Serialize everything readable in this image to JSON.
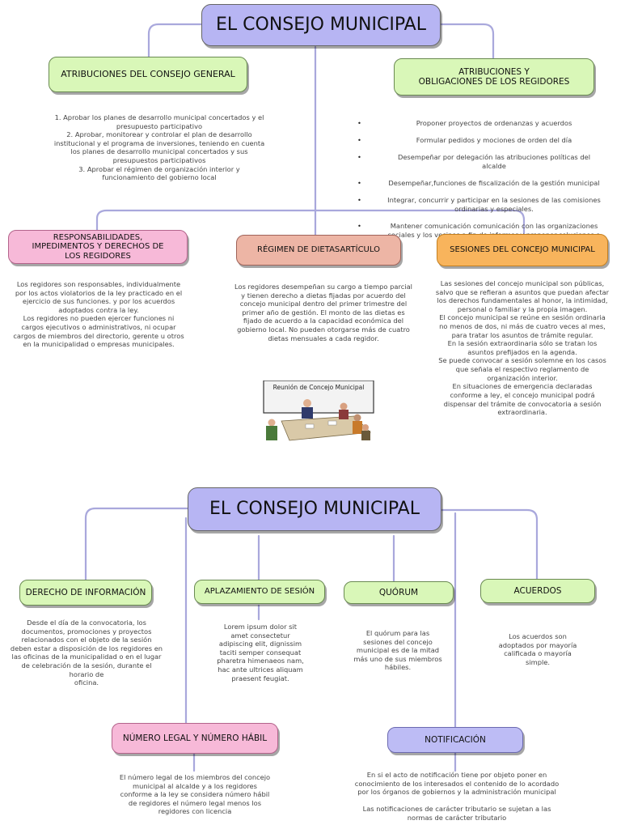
{
  "top": {
    "title": "EL CONSEJO MUNICIPAL",
    "atribuciones_general": {
      "title": "ATRIBUCIONES DEL CONSEJO GENERAL",
      "text": "1. Aprobar los planes de desarrollo municipal concertados y el\npresupuesto participativo\n2. Aprobar, monitorear y controlar el plan de desarrollo\ninstitucional y el programa de inversiones, teniendo en cuenta\nlos planes de desarrollo municipal concertados y sus\npresupuestos participativos\n3. Aprobar el régimen de organización interior y\nfuncionamiento del gobierno local"
    },
    "atribuciones_regidores": {
      "title_line1": "ATRIBUCIONES Y",
      "title_line2": "OBLIGACIONES DE LOS REGIDORES",
      "items": [
        "Proponer proyectos de ordenanzas y acuerdos",
        "Formular pedidos y mociones de orden del día",
        "Desempeñar por delegación las atribuciones políticas del\nalcalde",
        "Desempeñar,funciones de fiscalización de la gestión municipal",
        "Integrar, concurrir y participar en la sesiones de las comisiones\nordinarias y especiales.",
        "Mantener comunicación comunicación con las organizaciones\nsociales y los vecinos a fin de informar y proponer soluciones a\nlos problemas"
      ]
    },
    "responsabilidades": {
      "title_line1": "RESPONSABILIDADES,",
      "title_line2": "IMPEDIMENTOS Y DERECHOS DE",
      "title_line3": "LOS REGIDORES",
      "text": "Los regidores son responsables, individualmente\npor los actos violatorios de la ley practicado en el\nejercicio de sus funciones. y por los acuerdos\nadoptados contra la ley.\nLos regidores no pueden ejercer funciones ni\ncargos ejecutivos o administrativos, ni ocupar\ncargos de miembros del directorio, gerente u otros\nen la municipalidad o empresas municipales."
    },
    "regimen": {
      "title": "RÉGIMEN DE DIETASARTÍCULO",
      "text": "Los regidores desempeñan su cargo a tiempo parcial\ny tienen derecho a dietas fijadas por acuerdo del\nconcejo municipal dentro del primer trimestre del\nprimer año de gestión. El monto de las dietas es\nfijado de acuerdo a la capacidad económica del\ngobierno local. No pueden otorgarse más de cuatro\ndietas mensuales a cada regidor."
    },
    "sesiones": {
      "title": "SESIONES DEL CONCEJO MUNICIPAL",
      "text": "Las sesiones del concejo municipal son públicas,\nsalvo que se refieran a asuntos que puedan afectar\nlos derechos fundamentales al honor, la intimidad,\npersonal o familiar y la propia imagen.\nEl concejo municipal se reúne en sesión ordinaria\nno menos de dos, ni más de cuatro veces al mes,\npara tratar los asuntos de trámite regular.\nEn la sesión extraordinaria sólo se tratan los\nasuntos prefijados en la agenda.\nSe puede convocar a sesión solemne en los casos\nque señala el respectivo reglamento de\norganización interior.\nEn situaciones de emergencia declaradas\nconforme a ley, el concejo municipal podrá\ndispensar del trámite de convocatoria a sesión\nextraordinaria."
    },
    "image_caption": "Reunión de Concejo Municipal"
  },
  "bottom": {
    "title": "EL CONSEJO MUNICIPAL",
    "derecho": {
      "title": "DERECHO DE INFORMACIÓN",
      "text": "Desde el día de la convocatoria, los\ndocumentos, promociones y proyectos\nrelacionados con el objeto de la sesión\ndeben estar a disposición de los regidores en\nlas oficinas de la municipalidad o en el lugar\nde celebración de la sesión, durante el\nhorario de\noficina."
    },
    "aplazamiento": {
      "title": "APLAZAMIENTO DE SESIÓN",
      "text": "Lorem ipsum dolor sit\namet consectetur\nadipiscing elit, dignissim\ntaciti semper consequat\npharetra himenaeos nam,\nhac ante ultrices aliquam\npraesent feugiat."
    },
    "quorum": {
      "title": "QUÓRUM",
      "text": "El quórum para las\nsesiones del concejo\nmunicipal es de la mitad\nmás uno de sus miembros\nhábiles."
    },
    "acuerdos": {
      "title": "ACUERDOS",
      "text": "Los acuerdos son\nadoptados por mayoría\ncalificada o mayoría\nsimple."
    },
    "numero_legal": {
      "title": "NÚMERO LEGAL Y NÚMERO HÁBIL",
      "text": "El número legal de los miembros del concejo\nmunicipal al alcalde y a los regidores\nconforme a la ley se considera número hábil\nde regidores el número legal menos los\nregidores con licencia"
    },
    "notificacion": {
      "title": "NOTIFICACIÓN",
      "text": "En si el acto de notificación  tiene por objeto poner en\nconocimiento de los interesados el contenido de lo acordado\npor  los órganos de gobiernos y la administración municipal\n\nLas notificaciones  de carácter tributario se sujetan a las\nnormas de carácter tributario"
    }
  },
  "colors": {
    "title_bg": "#b7b5f3",
    "green": "#d9f7b8",
    "pink": "#f7b9d8",
    "salmon": "#edb5a5",
    "orange": "#f8b45c",
    "lavender": "#bdbcf5",
    "connector": "#a9a8dc"
  }
}
